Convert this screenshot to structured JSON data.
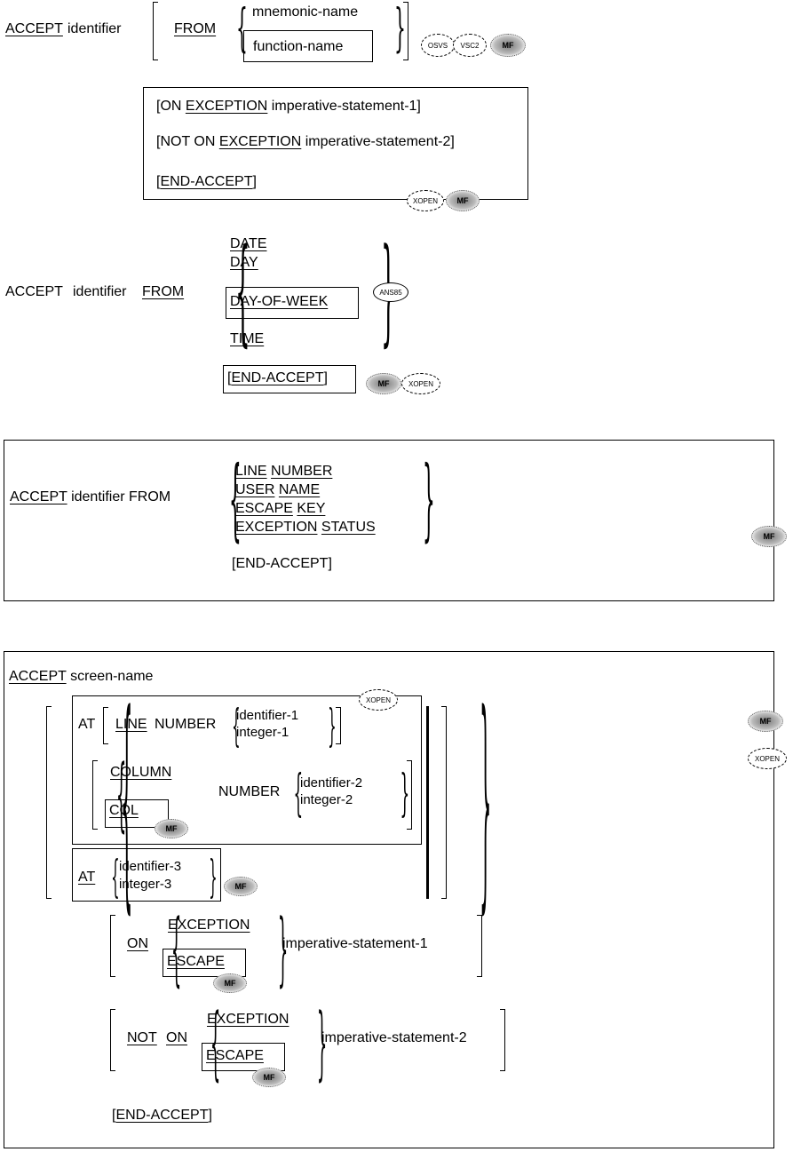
{
  "format1": {
    "keyword": "ACCEPT",
    "identifier": "identifier",
    "from": "FROM",
    "options": [
      "mnemonic-name",
      "function-name"
    ],
    "badges": [
      "OSVS",
      "VSC2",
      "MF"
    ]
  },
  "format1_exception": {
    "lines": [
      {
        "open": "[ON ",
        "kw": "EXCEPTION",
        "rest": " imperative-statement-1]"
      },
      {
        "open": "[NOT ON ",
        "kw": "EXCEPTION",
        "rest": " imperative-statement-2]"
      },
      {
        "open": "[",
        "kw": "END-ACCEPT",
        "rest": "]"
      }
    ],
    "badges": [
      "XOPEN",
      "MF"
    ]
  },
  "format2": {
    "lead": "ACCEPT",
    "identifier": "identifier",
    "from": "FROM",
    "options": [
      "DATE",
      "DAY",
      "DAY-OF-WEEK",
      "TIME"
    ],
    "badge": "ANS85",
    "end": {
      "open": "[",
      "kw": "END-ACCEPT",
      "close": "]"
    },
    "end_badges": [
      "MF",
      "XOPEN"
    ]
  },
  "format3": {
    "keyword": "ACCEPT",
    "text": "identifier FROM",
    "options": [
      [
        "LINE",
        "NUMBER"
      ],
      [
        "USER",
        "NAME"
      ],
      [
        "ESCAPE",
        "KEY"
      ],
      [
        "EXCEPTION",
        "STATUS"
      ]
    ],
    "end": "[END-ACCEPT]",
    "badge": "MF"
  },
  "format4": {
    "keyword": "ACCEPT",
    "screen_name": "screen-name",
    "at": "AT",
    "line": "LINE",
    "number": "NUMBER",
    "line_ops": [
      "identifier-1",
      "integer-1"
    ],
    "column_kw": [
      "COLUMN",
      "COL"
    ],
    "column_ops": [
      "identifier-2",
      "integer-2"
    ],
    "at3_ops": [
      "identifier-3",
      "integer-3"
    ],
    "on": "ON",
    "not": "NOT",
    "exception": "EXCEPTION",
    "escape": "ESCAPE",
    "imp1": "imperative-statement-1",
    "imp2": "imperative-statement-2",
    "end": {
      "open": "[",
      "kw": "END-ACCEPT",
      "close": "]"
    },
    "xopen": "XOPEN",
    "mf": "MF"
  }
}
